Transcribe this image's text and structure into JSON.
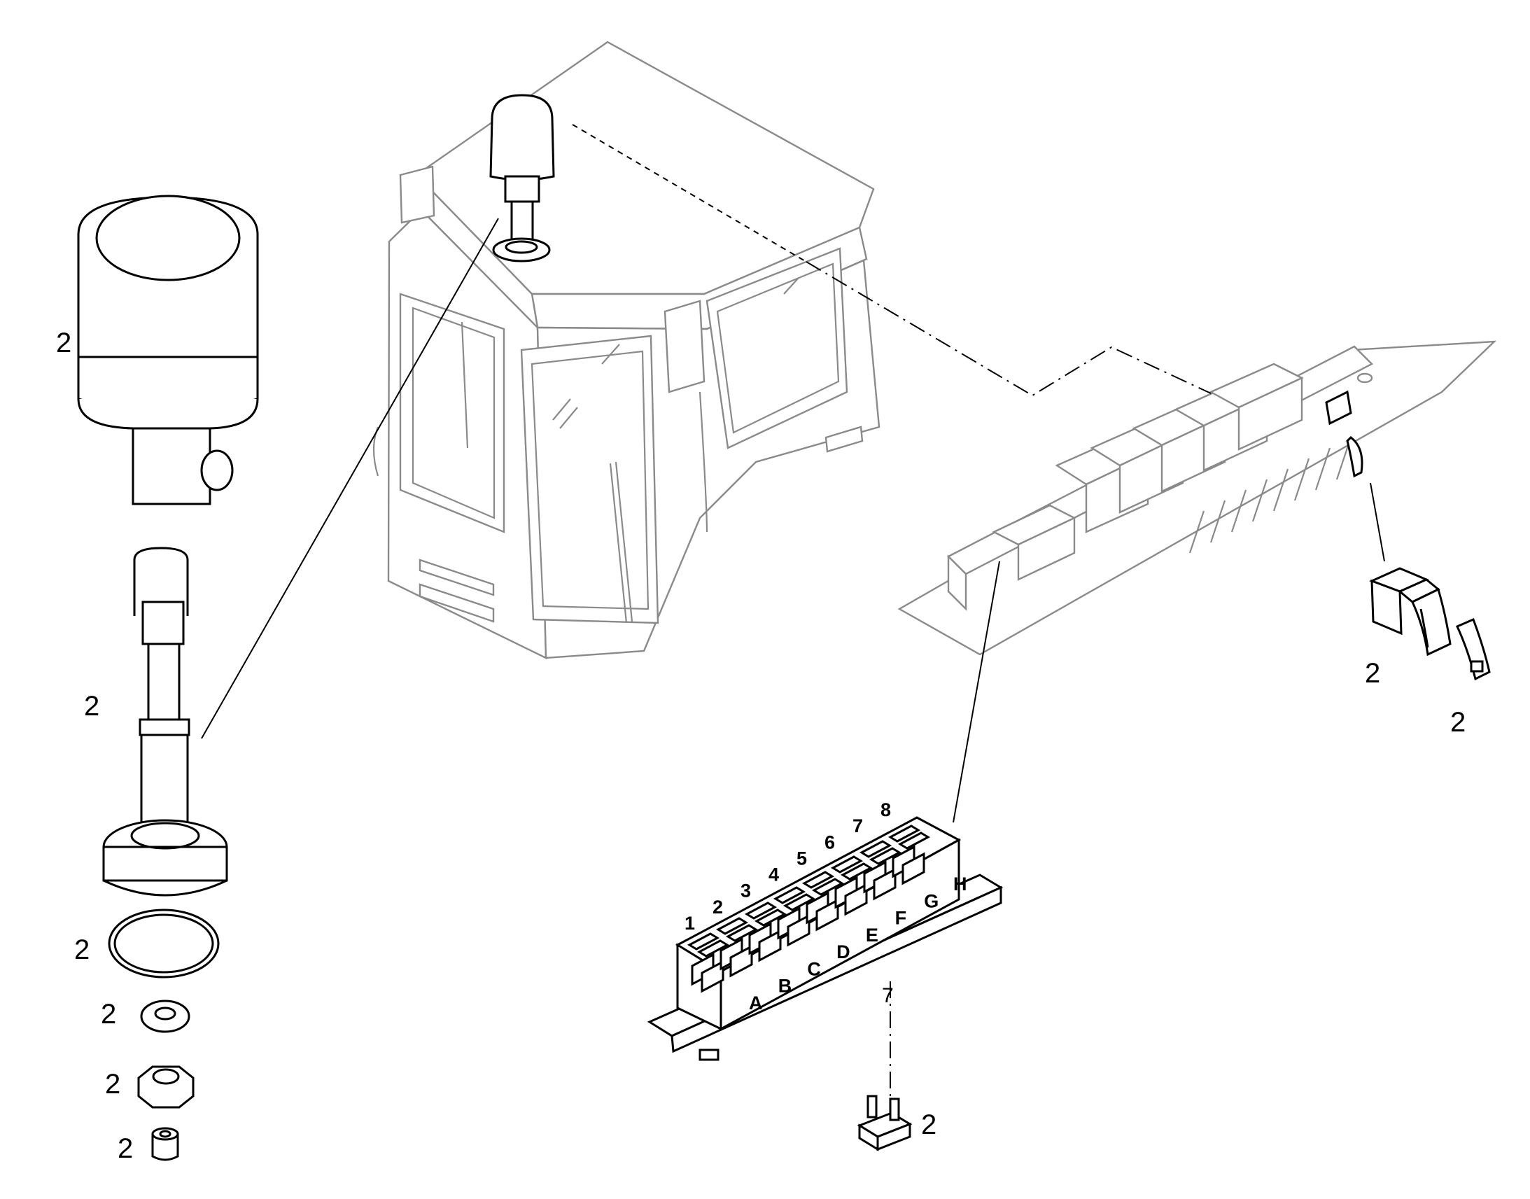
{
  "callouts": {
    "beacon_lens": "2",
    "mount_post": "2",
    "o_ring": "2",
    "washer": "2",
    "nut": "2",
    "cap": "2",
    "rocker_switch": "2",
    "switch_lens": "2",
    "fuse": "2",
    "fuse_slot_ref": "7"
  },
  "fuse_block": {
    "columns": [
      "1",
      "2",
      "3",
      "4",
      "5",
      "6",
      "7",
      "8"
    ],
    "rows": [
      "A",
      "B",
      "C",
      "D",
      "E",
      "F",
      "G",
      "H"
    ]
  }
}
